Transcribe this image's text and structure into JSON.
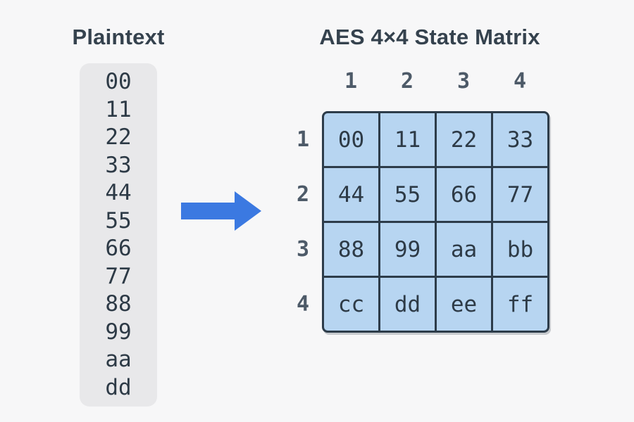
{
  "page": {
    "background": "#f7f7f8"
  },
  "plaintext": {
    "title": "Plaintext",
    "bytes": [
      "00",
      "11",
      "22",
      "33",
      "44",
      "55",
      "66",
      "77",
      "88",
      "99",
      "aa",
      "dd"
    ]
  },
  "arrow": {
    "icon": "right-arrow",
    "color": "#3b79e1"
  },
  "matrix": {
    "title": "AES 4×4 State Matrix",
    "col_headers": [
      "1",
      "2",
      "3",
      "4"
    ],
    "row_headers": [
      "1",
      "2",
      "3",
      "4"
    ],
    "rows": [
      [
        "00",
        "11",
        "22",
        "33"
      ],
      [
        "44",
        "55",
        "66",
        "77"
      ],
      [
        "88",
        "99",
        "aa",
        "bb"
      ],
      [
        "cc",
        "dd",
        "ee",
        "ff"
      ]
    ],
    "cell_color": "#b7d5f1",
    "border_color": "#2d3c4a",
    "header_color": "#4d5a68"
  }
}
